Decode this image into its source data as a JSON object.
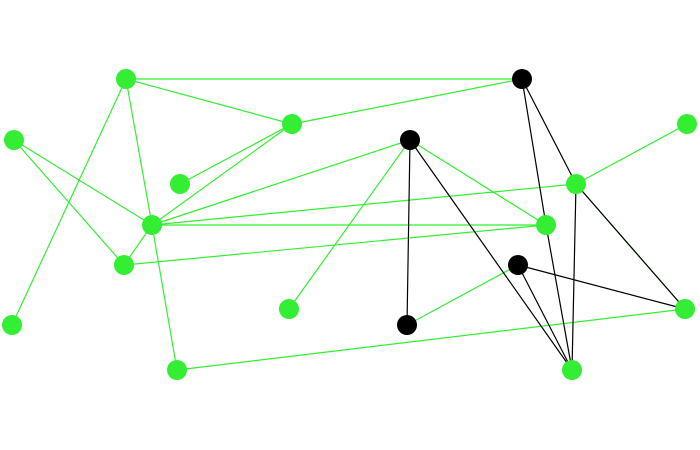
{
  "colors": {
    "background": "#ffffff",
    "green": "#33ee33",
    "black": "#000000"
  },
  "graph": {
    "nodes": [
      {
        "id": "n1",
        "color": "green"
      },
      {
        "id": "n2",
        "color": "black"
      },
      {
        "id": "n3",
        "color": "green"
      },
      {
        "id": "n4",
        "color": "green"
      },
      {
        "id": "n5",
        "color": "green"
      },
      {
        "id": "n6",
        "color": "black"
      },
      {
        "id": "n7",
        "color": "green"
      },
      {
        "id": "n8",
        "color": "green"
      },
      {
        "id": "n9",
        "color": "green"
      },
      {
        "id": "n10",
        "color": "green"
      },
      {
        "id": "n11",
        "color": "green"
      },
      {
        "id": "n12",
        "color": "black"
      },
      {
        "id": "n13",
        "color": "green"
      },
      {
        "id": "n14",
        "color": "green"
      },
      {
        "id": "n15",
        "color": "black"
      },
      {
        "id": "n16",
        "color": "green"
      },
      {
        "id": "n17",
        "color": "green"
      },
      {
        "id": "n18",
        "color": "green"
      }
    ],
    "edges": [
      {
        "from": "n1",
        "to": "n2",
        "color": "green"
      },
      {
        "from": "n1",
        "to": "n3",
        "color": "green"
      },
      {
        "from": "n1",
        "to": "n7",
        "color": "green"
      },
      {
        "from": "n1",
        "to": "n14",
        "color": "green"
      },
      {
        "from": "n3",
        "to": "n2",
        "color": "green"
      },
      {
        "from": "n3",
        "to": "n5",
        "color": "green"
      },
      {
        "from": "n3",
        "to": "n7",
        "color": "green"
      },
      {
        "from": "n4",
        "to": "n7",
        "color": "green"
      },
      {
        "from": "n4",
        "to": "n10",
        "color": "green"
      },
      {
        "from": "n7",
        "to": "n6",
        "color": "green"
      },
      {
        "from": "n7",
        "to": "n8",
        "color": "green"
      },
      {
        "from": "n7",
        "to": "n9",
        "color": "green"
      },
      {
        "from": "n7",
        "to": "n10",
        "color": "green"
      },
      {
        "from": "n7",
        "to": "n17",
        "color": "green"
      },
      {
        "from": "n10",
        "to": "n9",
        "color": "green"
      },
      {
        "from": "n6",
        "to": "n9",
        "color": "green"
      },
      {
        "from": "n6",
        "to": "n13",
        "color": "green"
      },
      {
        "from": "n6",
        "to": "n15",
        "color": "green"
      },
      {
        "from": "n8",
        "to": "n11",
        "color": "green"
      },
      {
        "from": "n8",
        "to": "n16",
        "color": "green"
      },
      {
        "from": "n12",
        "to": "n15",
        "color": "green"
      },
      {
        "from": "n16",
        "to": "n17",
        "color": "green"
      },
      {
        "from": "n2",
        "to": "n8",
        "color": "black"
      },
      {
        "from": "n2",
        "to": "n9",
        "color": "black"
      },
      {
        "from": "n6",
        "to": "n18",
        "color": "black"
      },
      {
        "from": "n6",
        "to": "n15",
        "color": "black"
      },
      {
        "from": "n6",
        "to": "n16",
        "color": "black"
      },
      {
        "from": "n6",
        "to": "n9",
        "color": "black"
      },
      {
        "from": "n8",
        "to": "n16",
        "color": "black"
      },
      {
        "from": "n12",
        "to": "n16",
        "color": "black"
      },
      {
        "from": "n12",
        "to": "n18",
        "color": "black"
      },
      {
        "from": "n8",
        "to": "n18",
        "color": "black"
      },
      {
        "from": "n9",
        "to": "n18",
        "color": "black"
      }
    ]
  }
}
